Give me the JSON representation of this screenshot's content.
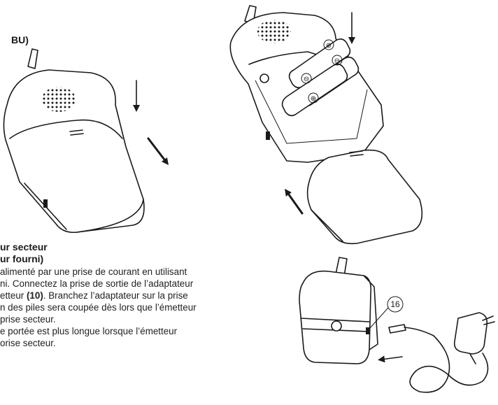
{
  "section_ref": "BU)",
  "adapter_section": {
    "heading_line1": "ur secteur",
    "heading_line2": "ur fourni)",
    "lines": [
      {
        "text": " alimenté par une prise de courant en utilisant"
      },
      {
        "text": "ni. Connectez la prise de sortie de l’adaptateur"
      },
      {
        "pre": "etteur ",
        "bold": "(10)",
        "post": ". Branchez l’adaptateur sur la prise"
      },
      {
        "text": "n des piles sera coupée dès lors que l’émetteur"
      },
      {
        "text": "prise secteur."
      },
      {
        "text": "e portée est plus longue lorsque l’émetteur"
      },
      {
        "text": "orise secteur."
      }
    ]
  },
  "figure": {
    "callout_number": "16",
    "battery_plus_sign": "⊕",
    "battery_minus_sign": "⊖"
  }
}
